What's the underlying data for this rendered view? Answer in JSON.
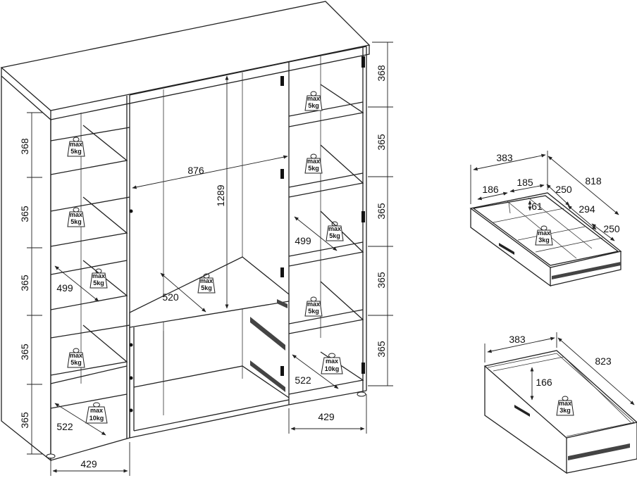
{
  "wardrobe": {
    "left_heights": [
      "368",
      "365",
      "365",
      "365",
      "365"
    ],
    "right_heights": [
      "368",
      "365",
      "365",
      "365",
      "365"
    ],
    "middle_width": "876",
    "middle_height": "1289",
    "middle_depth": "520",
    "left_shelf_depth": "499",
    "left_bottom_depth": "522",
    "left_width": "429",
    "right_shelf_depth": "499",
    "right_bottom_depth": "522",
    "right_width": "429",
    "weight_small": {
      "line1": "max",
      "line2": "5kg"
    },
    "weight_large": {
      "line1": "max",
      "line2": "10kg"
    }
  },
  "drawer_top": {
    "width": "383",
    "depth": "818",
    "comp_a": "186",
    "comp_b": "185",
    "comp_c": "250",
    "height": "61",
    "comp_d": "294",
    "comp_e": "250",
    "weight": {
      "line1": "max",
      "line2": "3kg"
    }
  },
  "drawer_bottom": {
    "width": "383",
    "depth": "823",
    "height": "166",
    "weight": {
      "line1": "max",
      "line2": "3kg"
    }
  },
  "icons": [
    "weight-icon",
    "handle-icon",
    "drawer-rail-icon",
    "hinge-icon"
  ]
}
